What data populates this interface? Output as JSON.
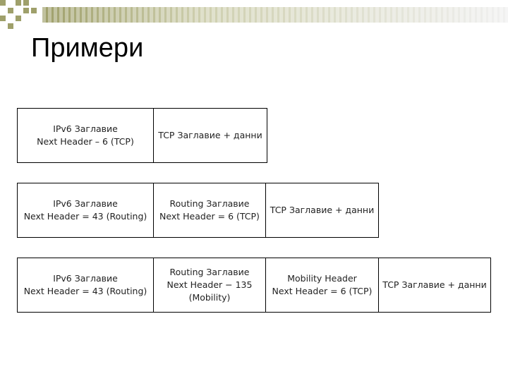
{
  "slide": {
    "title": "Примери"
  },
  "diagram": {
    "rows": [
      {
        "cells": [
          "IPv6 Заглавие\nNext Header – 6 (TCP)",
          "TCP Заглавие + данни"
        ]
      },
      {
        "cells": [
          "IPv6 Заглавие\nNext Header = 43 (Routing)",
          "Routing Заглавие\nNext Header = 6 (TCP)",
          "TCP Заглавие + данни"
        ]
      },
      {
        "cells": [
          "IPv6 Заглавие\nNext Header = 43 (Routing)",
          "Routing Заглавие\nNext Header − 135\n(Mobility)",
          "Mobility Header\nNext Header = 6 (TCP)",
          "TCP Заглавие + данни"
        ]
      }
    ]
  },
  "colors": {
    "accent": "#9fa06b",
    "band_light": "#f0f0f0",
    "border": "#000000",
    "text": "#222222"
  }
}
